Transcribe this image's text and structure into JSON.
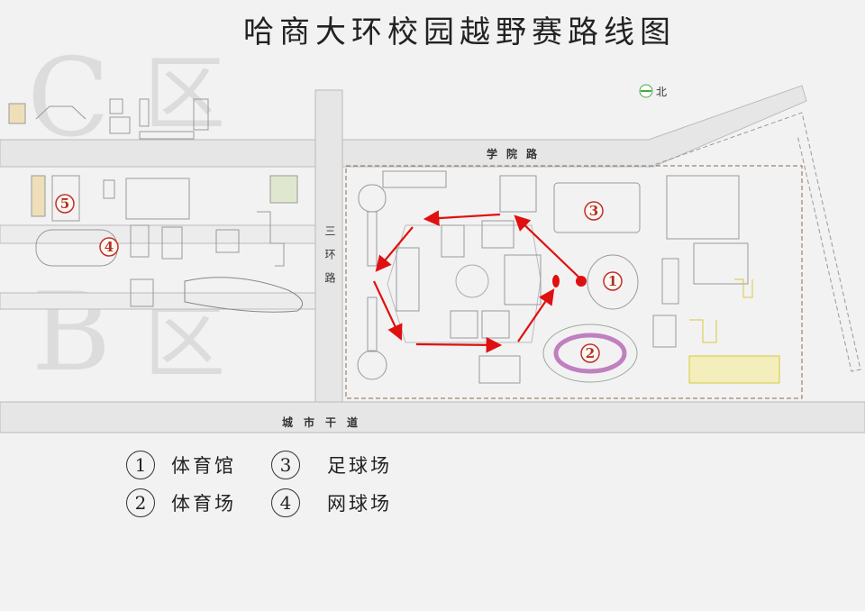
{
  "title": "哈商大环校园越野赛路线图",
  "roads": {
    "north": "学院路",
    "west": "三环路",
    "south": "城市干道"
  },
  "north_label": "北",
  "zones": [
    {
      "letter": "C",
      "suffix": "区"
    },
    {
      "letter": "B",
      "suffix": "区"
    }
  ],
  "markers": [
    "1",
    "2",
    "3",
    "4",
    "5"
  ],
  "legend": [
    {
      "num": "1",
      "label": "体育馆"
    },
    {
      "num": "3",
      "label": "足球场"
    },
    {
      "num": "2",
      "label": "体育场"
    },
    {
      "num": "4",
      "label": "网球场"
    }
  ],
  "colors": {
    "route": "#e01010",
    "marker": "#c0302a",
    "stadium_track": "#c080c0",
    "dorms": "#e0d860"
  }
}
